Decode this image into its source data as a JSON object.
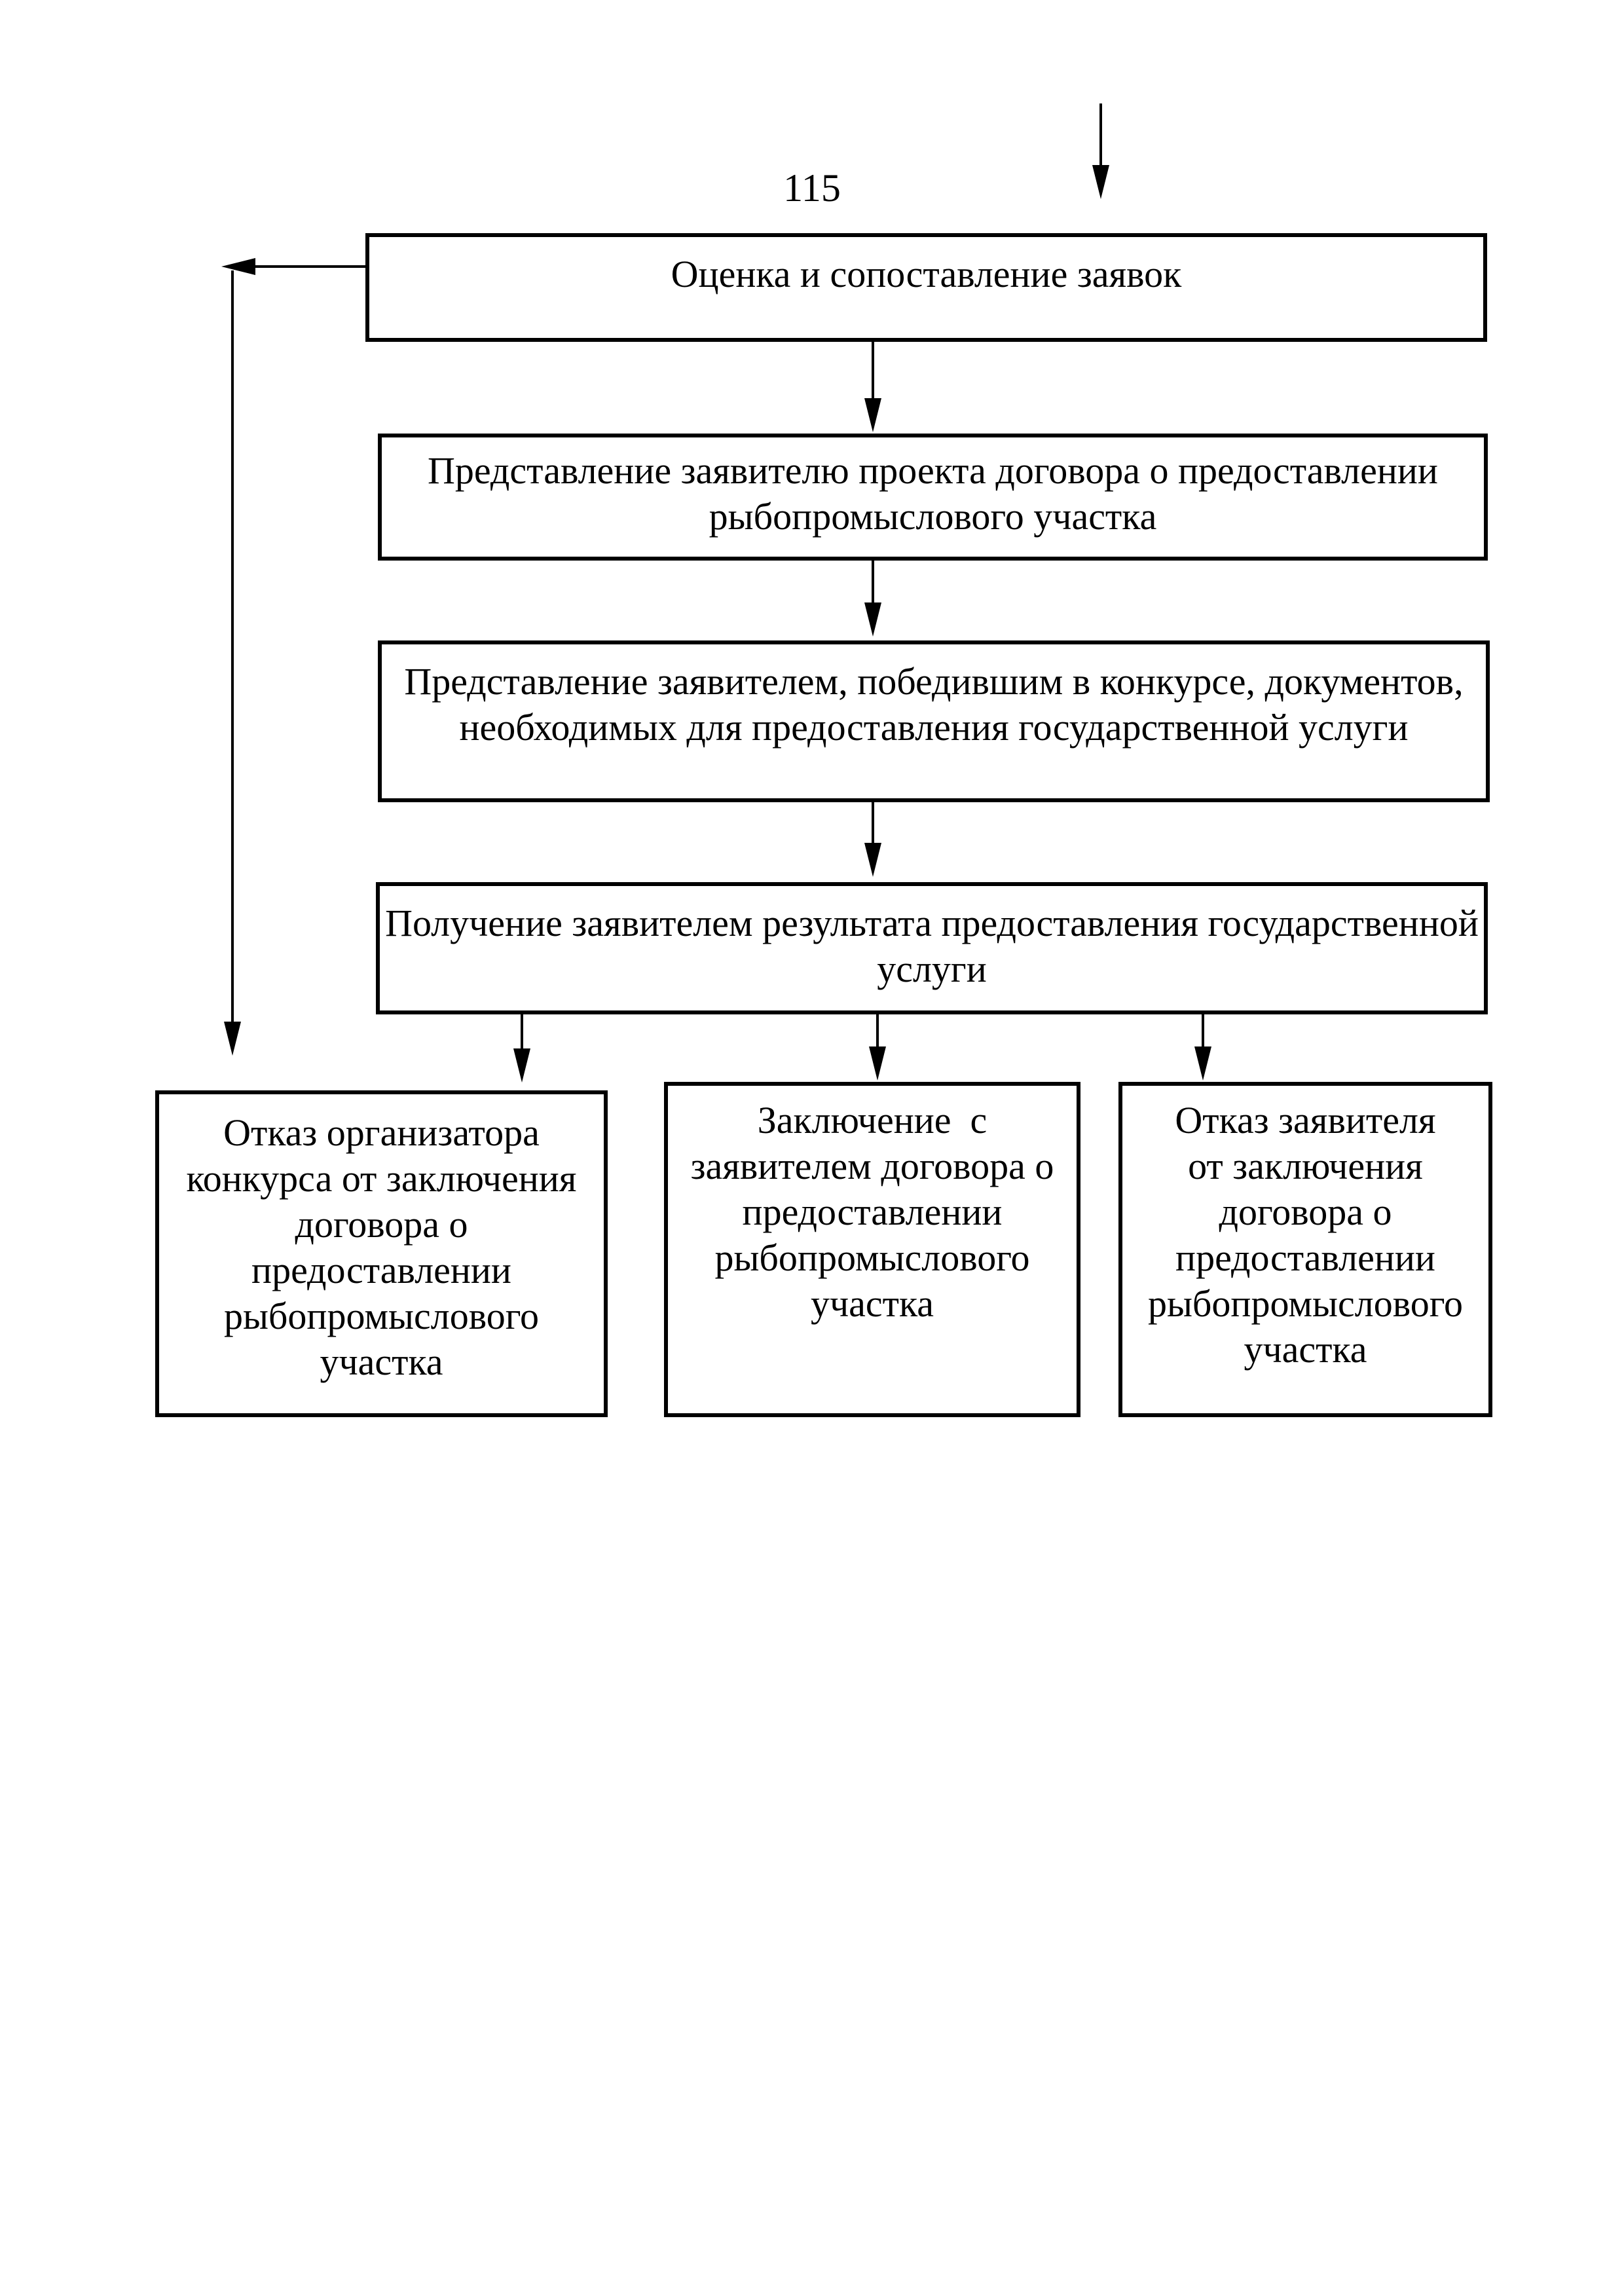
{
  "page_number": "115",
  "colors": {
    "ink": "#000000",
    "paper": "#ffffff"
  },
  "flowchart": {
    "steps": {
      "evaluation": {
        "lines": [
          "Оценка и сопоставление заявок"
        ]
      },
      "draft_contract": {
        "lines": [
          "Представление заявителю проекта договора о предоставлении",
          "рыбопромыслового участка"
        ]
      },
      "winner_documents": {
        "lines": [
          "Представление заявителем, победившим в конкурсе, документов,",
          "необходимых для предоставления государственной услуги"
        ]
      },
      "result": {
        "lines": [
          "Получение заявителем результата предоставления государственной",
          "услуги"
        ]
      }
    },
    "outcomes": {
      "organizer_refusal": {
        "lines": [
          "Отказ организатора",
          "конкурса от заключения",
          "договора о",
          "предоставлении",
          "рыбопромыслового",
          "участка"
        ]
      },
      "contract_conclusion": {
        "lines": [
          "Заключение  с",
          "заявителем договора о",
          "предоставлении",
          "рыбопромыслового",
          "участка"
        ]
      },
      "applicant_refusal": {
        "lines": [
          "Отказ заявителя",
          "от заключения",
          "договора о",
          "предоставлении",
          "рыбопромыслового",
          "участка"
        ]
      }
    }
  }
}
